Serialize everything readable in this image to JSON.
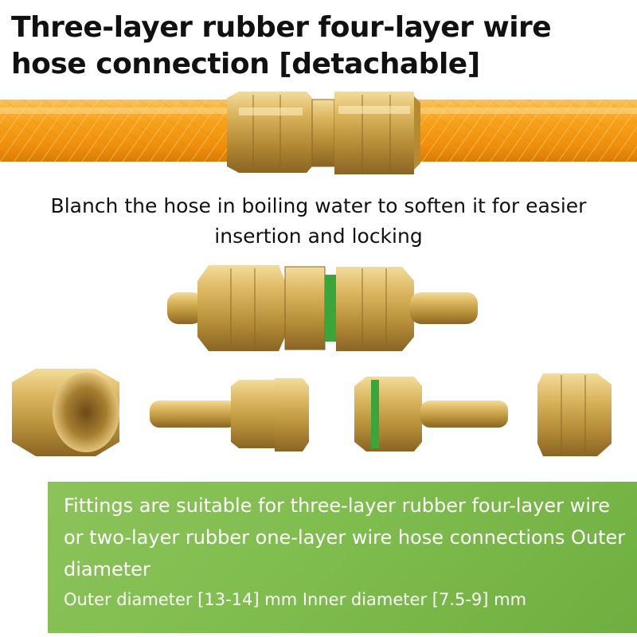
{
  "title": "Three-layer rubber four-layer wire hose connection [detachable]",
  "caption": "Blanch the hose in boiling water to soften it for easier insertion and locking",
  "panel": {
    "description": "Fittings are suitable for three-layer rubber four-layer wire or two-layer rubber one-layer wire hose connections Outer diameter",
    "dimensions": "Outer diameter [13-14] mm Inner diameter [7.5-9] mm"
  },
  "colors": {
    "hose_orange": "#f7a21b",
    "brass": "#d9b25a",
    "seal_green": "#3aa53a",
    "panel_green": "#7fbd4e"
  },
  "images": {
    "hero": "orange-hose-with-brass-connector",
    "assembled": "assembled-brass-connector",
    "parts": [
      "brass-nut",
      "barbed-tail-with-nut",
      "barbed-tail-with-seal",
      "brass-nut-side"
    ]
  }
}
